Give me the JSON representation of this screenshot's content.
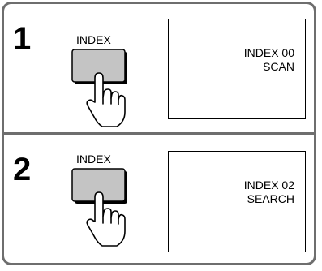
{
  "steps": [
    {
      "number": "1",
      "button_label": "INDEX",
      "display_line1": "INDEX 00",
      "display_line2": "SCAN"
    },
    {
      "number": "2",
      "button_label": "INDEX",
      "display_line1": "INDEX 02",
      "display_line2": "SEARCH"
    }
  ],
  "colors": {
    "frame": "#6e6e6e",
    "button_fill": "#c4c4c4",
    "outline": "#000000"
  },
  "icons": {
    "hand": "pointing-hand-icon",
    "button": "index-button"
  }
}
